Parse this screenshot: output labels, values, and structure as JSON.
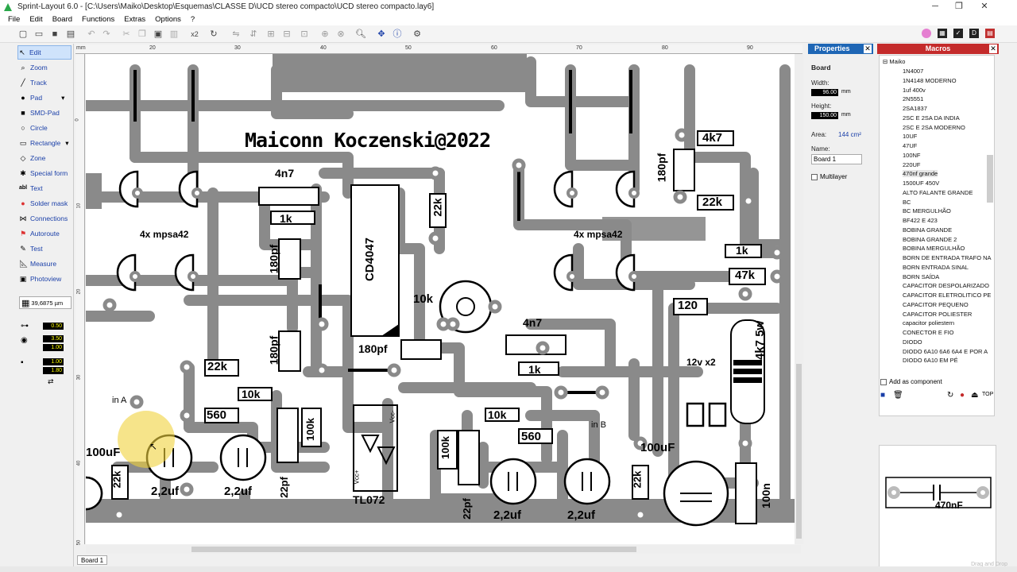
{
  "window": {
    "title": "Sprint-Layout 6.0 - [C:\\Users\\Maiko\\Desktop\\Esquemas\\CLASSE D\\UCD stereo compacto\\UCD stereo compacto.lay6]",
    "minimize": "─",
    "maximize": "❐",
    "close": "✕"
  },
  "menu": [
    "File",
    "Edit",
    "Board",
    "Functions",
    "Extras",
    "Options",
    "?"
  ],
  "toolbar": {
    "scale_label": "x2"
  },
  "tools": [
    {
      "label": "Edit",
      "icon": "arrow-icon"
    },
    {
      "label": "Zoom",
      "icon": "zoom-icon"
    },
    {
      "label": "Track",
      "icon": "track-icon"
    },
    {
      "label": "Pad",
      "icon": "pad-icon"
    },
    {
      "label": "SMD-Pad",
      "icon": "smd-pad-icon"
    },
    {
      "label": "Circle",
      "icon": "circle-icon"
    },
    {
      "label": "Rectangle",
      "icon": "rectangle-icon"
    },
    {
      "label": "Zone",
      "icon": "zone-icon"
    },
    {
      "label": "Special form",
      "icon": "special-form-icon"
    },
    {
      "label": "Text",
      "icon": "text-icon"
    },
    {
      "label": "Solder mask",
      "icon": "solder-mask-icon"
    },
    {
      "label": "Connections",
      "icon": "connections-icon"
    },
    {
      "label": "Autoroute",
      "icon": "autoroute-icon"
    },
    {
      "label": "Test",
      "icon": "test-icon"
    },
    {
      "label": "Measure",
      "icon": "measure-icon"
    },
    {
      "label": "Photoview",
      "icon": "photoview-icon"
    }
  ],
  "grid": "39,6875 µm",
  "track_values": [
    "0.50",
    "3.50",
    "1.00",
    "1.00",
    "1.80"
  ],
  "ruler": {
    "unit": "mm",
    "top_ticks": [
      "20",
      "30",
      "40",
      "50",
      "60",
      "70",
      "80",
      "90"
    ],
    "left_ticks": [
      "0",
      "10",
      "20",
      "30",
      "40",
      "50"
    ]
  },
  "board_tab": "Board 1",
  "properties": {
    "title": "Properties",
    "section": "Board",
    "width_label": "Width:",
    "width": "96.00",
    "height_label": "Height:",
    "height": "150.00",
    "unit": "mm",
    "area_label": "Area:",
    "area": "144 cm²",
    "name_label": "Name:",
    "name": "Board 1",
    "multilayer": "Multilayer"
  },
  "macros": {
    "title": "Macros",
    "root": "Maiko",
    "items": [
      "1N4007",
      "1N4148 MODERNO",
      "1uf 400v",
      "2N5551",
      "2SA1837",
      "2SC E 2SA DA INDIA",
      "2SC E 2SA MODERNO",
      "10UF",
      "47UF",
      "100NF",
      "220UF",
      "470nf grande",
      "1500UF 450V",
      "ALTO FALANTE GRANDE",
      "BC",
      "BC MERGULHÃO",
      "BF422 E 423",
      "BOBINA GRANDE",
      "BOBINA GRANDE 2",
      "BOBINA MERGULHÃO",
      "BORN DE ENTRADA TRAFO NA",
      "BORN ENTRADA SINAL",
      "BORN SAÍDA",
      "CAPACITOR DESPOLARIZADO",
      "CAPACITOR ELETROLITICO PE",
      "CAPACITOR PEQUENO",
      "CAPACITOR POLIESTER",
      "capacitor poliestern",
      "CONECTOR  E FIO",
      "DIODO",
      "DIODO 6A10 6A6 6A4 E POR A",
      "DIODO 6A10 EM PÉ"
    ],
    "selected": "470nf grande",
    "add_as_component": "Add as component",
    "top_label": "TOP",
    "preview_label": "470nF"
  },
  "pcb": {
    "signature": "Maiconn Koczenski@2022",
    "labels": [
      {
        "t": "4n7"
      },
      {
        "t": "1k"
      },
      {
        "t": "180pf"
      },
      {
        "t": "CD4047"
      },
      {
        "t": "22k"
      },
      {
        "t": "10k"
      },
      {
        "t": "180pf"
      },
      {
        "t": "180pf"
      },
      {
        "t": "4n7"
      },
      {
        "t": "1k"
      },
      {
        "t": "4k7"
      },
      {
        "t": "180pf"
      },
      {
        "t": "22k"
      },
      {
        "t": "1k"
      },
      {
        "t": "47k"
      },
      {
        "t": "120"
      },
      {
        "t": "4x mpsa42"
      },
      {
        "t": "4x mpsa42"
      },
      {
        "t": "22k"
      },
      {
        "t": "10k"
      },
      {
        "t": "560"
      },
      {
        "t": "100k"
      },
      {
        "t": "22pf"
      },
      {
        "t": "10k"
      },
      {
        "t": "560"
      },
      {
        "t": "100k"
      },
      {
        "t": "22pf"
      },
      {
        "t": "in A"
      },
      {
        "t": "in B"
      },
      {
        "t": "100uF"
      },
      {
        "t": "100uF"
      },
      {
        "t": "22k"
      },
      {
        "t": "22k"
      },
      {
        "t": "2,2uf"
      },
      {
        "t": "2,2uf"
      },
      {
        "t": "2,2uf"
      },
      {
        "t": "2,2uf"
      },
      {
        "t": "TL072"
      },
      {
        "t": "12v x2"
      },
      {
        "t": "4k7 5w"
      },
      {
        "t": "100n"
      },
      {
        "t": "Vcc+"
      },
      {
        "t": "Vcc-"
      }
    ]
  },
  "drag_hint": "Drag and Drop",
  "colors": {
    "pcb_copper": "#8a8a8a",
    "pcb_bg": "#ffffff",
    "silk": "#000000",
    "panel_header": "#1e66b5",
    "highlight": "#f0d23c"
  }
}
